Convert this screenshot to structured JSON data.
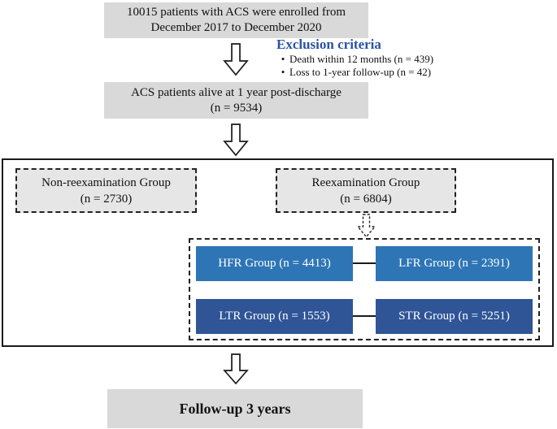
{
  "colors": {
    "box_gray": "#d9d9d9",
    "dashed_box_gray": "#e7e6e6",
    "subgroup_blue_light": "#2e75b6",
    "subgroup_blue_dark": "#2f5597",
    "exclusion_title_blue": "#2a52a2",
    "border_black": "#1a1a1a"
  },
  "flow": {
    "enrollment_box": {
      "line1": "10015 patients with ACS were enrolled from",
      "line2": "December 2017 to December 2020"
    },
    "exclusion": {
      "title": "Exclusion criteria",
      "bullet": "•",
      "items": [
        "Death within 12 months (n = 439)",
        "Loss to 1-year follow-up (n = 42)"
      ]
    },
    "alive_box": {
      "line1": "ACS patients alive at 1 year post-discharge",
      "line2": "(n = 9534)"
    },
    "non_reexamination_box": {
      "line1": "Non-reexamination Group",
      "line2": "(n = 2730)"
    },
    "reexamination_box": {
      "line1": "Reexamination Group",
      "line2": "(n = 6804)"
    },
    "subgroups": [
      {
        "label": "HFR Group (n = 4413)",
        "color": "#2e75b6"
      },
      {
        "label": "LFR Group (n = 2391)",
        "color": "#2e75b6"
      },
      {
        "label": "LTR Group (n = 1553)",
        "color": "#2f5597"
      },
      {
        "label": "STR Group (n = 5251)",
        "color": "#2f5597"
      }
    ],
    "followup_box": {
      "label": "Follow-up 3 years"
    }
  }
}
